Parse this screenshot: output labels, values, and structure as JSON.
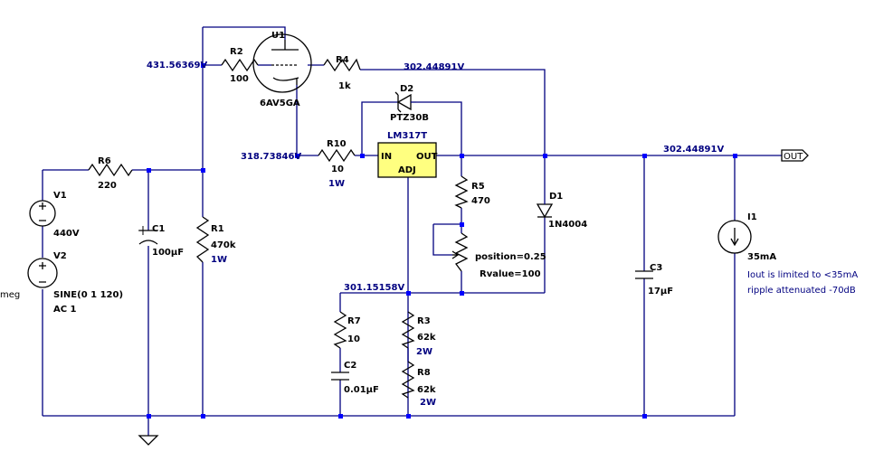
{
  "net_labels": {
    "n1": "431.56369V",
    "n2": "302.44891V",
    "n3": "318.73846V",
    "n4": "302.44891V",
    "n5": "301.15158V",
    "out_port": "OUT",
    "left_cut": "meg"
  },
  "components": {
    "R2": {
      "name": "R2",
      "value": "100"
    },
    "U1": {
      "name": "U1",
      "value": "6AV5GA"
    },
    "R4": {
      "name": "R4",
      "value": "1k"
    },
    "D2": {
      "name": "D2",
      "value": "PTZ30B"
    },
    "R10": {
      "name": "R10",
      "value": "10",
      "power": "1W"
    },
    "U2": {
      "name": "LM317T",
      "pin_in": "IN",
      "pin_out": "OUT",
      "pin_adj": "ADJ"
    },
    "R5": {
      "name": "R5",
      "value": "470"
    },
    "D1": {
      "name": "D1",
      "value": "1N4004"
    },
    "R6": {
      "name": "R6",
      "value": "220"
    },
    "V1": {
      "name": "V1",
      "value": "440V"
    },
    "V2": {
      "name": "V2",
      "value": "SINE(0 1 120)",
      "ac": "AC 1"
    },
    "C1": {
      "name": "C1",
      "value": "100µF"
    },
    "R1": {
      "name": "R1",
      "value": "470k",
      "power": "1W"
    },
    "pot": {
      "position": "position=0.25",
      "rvalue": "Rvalue=100"
    },
    "C3": {
      "name": "C3",
      "value": "17µF"
    },
    "I1": {
      "name": "I1",
      "value": "35mA"
    },
    "R7": {
      "name": "R7",
      "value": "10"
    },
    "C2": {
      "name": "C2",
      "value": "0.01µF"
    },
    "R3": {
      "name": "R3",
      "value": "62k",
      "power": "2W"
    },
    "R8": {
      "name": "R8",
      "value": "62k",
      "power": "2W"
    }
  },
  "notes": {
    "line1": "Iout is limited to <35mA",
    "line2": "ripple attenuated -70dB"
  },
  "colors": {
    "wire": "#000080",
    "component": "#000000",
    "junction": "#0000ff",
    "regulator_fill": "#ffff80"
  }
}
